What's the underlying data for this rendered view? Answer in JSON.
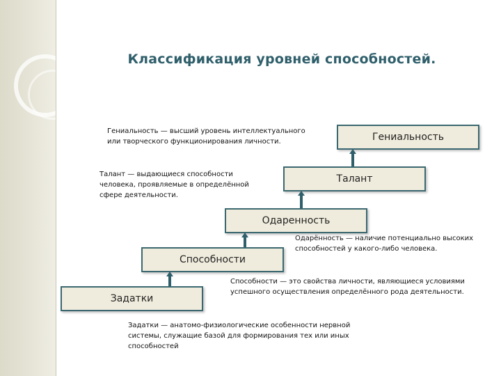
{
  "title": "Классификация уровней способностей.",
  "levels": [
    {
      "label": "Задатки",
      "description": "Задатки — анатомо-физиологические особенности нервной системы, служащие базой для формирования тех или иных способностей"
    },
    {
      "label": "Способности",
      "description": "Способности — это свойства личности, являющиеся условиями успешного осуществления определённого рода деятельности."
    },
    {
      "label": "Одаренность",
      "description": "Одарённость — наличие потенциально высоких способностей у какого-либо человека."
    },
    {
      "label": "Талант",
      "description": "Талант — выдающиеся способности человека, проявляемые в определённой сфере деятельности."
    },
    {
      "label": "Гениальность",
      "description": "Гениальность — высший уровень интеллектуального или творческого функционирования личности."
    }
  ]
}
